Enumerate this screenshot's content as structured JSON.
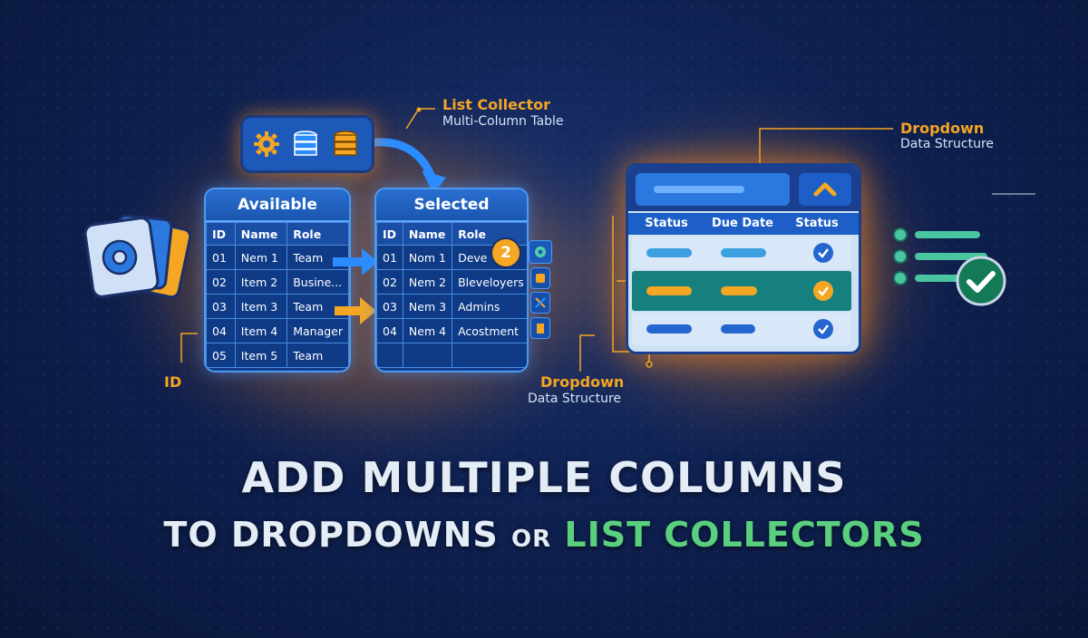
{
  "annotations": {
    "list_collector": "List Collector",
    "list_collector_sub": "Multi-Column Table",
    "dropdown_top": "Dropdown",
    "dropdown_top_sub": "Data Structure",
    "dropdown_bottom": "Dropdown",
    "dropdown_bottom_sub": "Data Structure",
    "id": "ID"
  },
  "available": {
    "title": "Available",
    "columns": [
      "ID",
      "Name",
      "Role"
    ],
    "rows": [
      [
        "01",
        "Nem 1",
        "Team"
      ],
      [
        "02",
        "Item 2",
        "Busine..."
      ],
      [
        "03",
        "Item 3",
        "Team"
      ],
      [
        "04",
        "Item 4",
        "Manager"
      ],
      [
        "05",
        "Item 5",
        "Team"
      ]
    ]
  },
  "selected": {
    "title": "Selected",
    "columns": [
      "ID",
      "Name",
      "Role"
    ],
    "rows": [
      [
        "01",
        "Nom 1",
        "Deve"
      ],
      [
        "02",
        "Nem 2",
        "Bleveloyers"
      ],
      [
        "03",
        "Nem 3",
        "Admins"
      ],
      [
        "04",
        "Nem 4",
        "Acostment"
      ]
    ],
    "badge": "2"
  },
  "dropdown": {
    "columns": [
      "Status",
      "Due Date",
      "Status"
    ]
  },
  "headline": {
    "line1": "ADD MULTIPLE COLUMNS",
    "line2_part1": "TO DROPDOWNS",
    "line2_part2": "OR",
    "line2_part3": "LIST COLLECTORS"
  },
  "colors": {
    "accent_orange": "#f5a623",
    "accent_green": "#5ad07e",
    "panel_blue": "#123d8c",
    "background": "#0f2152"
  },
  "icons": [
    "gear-icon",
    "database-icon",
    "database-icon",
    "settings-cards-icon",
    "arrow-icon",
    "check-icon",
    "chevron-up-icon"
  ]
}
